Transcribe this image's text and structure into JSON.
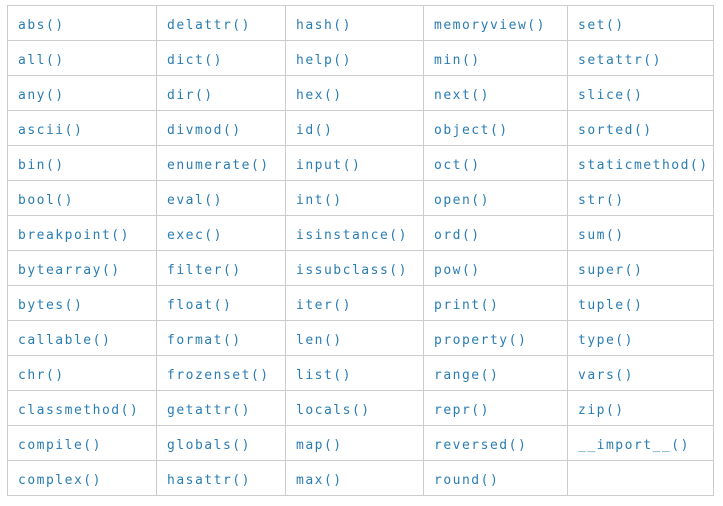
{
  "table": {
    "title": "python-builtin-functions",
    "columns": 5,
    "link_color": "#2a7db3",
    "border_color": "#cccccc",
    "rows": [
      [
        "abs()",
        "delattr()",
        "hash()",
        "memoryview()",
        "set()"
      ],
      [
        "all()",
        "dict()",
        "help()",
        "min()",
        "setattr()"
      ],
      [
        "any()",
        "dir()",
        "hex()",
        "next()",
        "slice()"
      ],
      [
        "ascii()",
        "divmod()",
        "id()",
        "object()",
        "sorted()"
      ],
      [
        "bin()",
        "enumerate()",
        "input()",
        "oct()",
        "staticmethod()"
      ],
      [
        "bool()",
        "eval()",
        "int()",
        "open()",
        "str()"
      ],
      [
        "breakpoint()",
        "exec()",
        "isinstance()",
        "ord()",
        "sum()"
      ],
      [
        "bytearray()",
        "filter()",
        "issubclass()",
        "pow()",
        "super()"
      ],
      [
        "bytes()",
        "float()",
        "iter()",
        "print()",
        "tuple()"
      ],
      [
        "callable()",
        "format()",
        "len()",
        "property()",
        "type()"
      ],
      [
        "chr()",
        "frozenset()",
        "list()",
        "range()",
        "vars()"
      ],
      [
        "classmethod()",
        "getattr()",
        "locals()",
        "repr()",
        "zip()"
      ],
      [
        "compile()",
        "globals()",
        "map()",
        "reversed()",
        "__import__()"
      ],
      [
        "complex()",
        "hasattr()",
        "max()",
        "round()",
        ""
      ]
    ]
  }
}
